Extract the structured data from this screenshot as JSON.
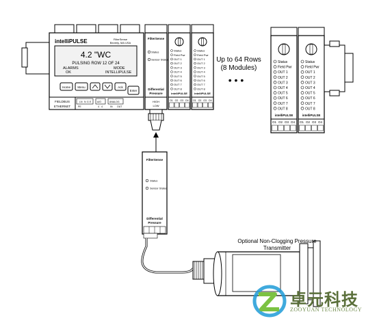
{
  "main_unit": {
    "product": "intelliPULSE",
    "brand_line1": "FilterSense",
    "brand_line2": "Beverly, MA USA",
    "display": {
      "reading": "4.2  \"WC",
      "line2": "PULSING ROW 12 OF 24",
      "alarms_label": "ALARMS",
      "alarms_value": "OK",
      "mode_label": "MODE",
      "mode_value": "INTELLIPULSE"
    },
    "keys": [
      "Home",
      "Menu",
      "",
      "",
      "Ack",
      "Enter"
    ],
    "bottom_labels": [
      "FIELDBUS",
      "ETHERNET"
    ],
    "term_labels": [
      "LN",
      "N",
      "G",
      "E",
      "PE",
      "A/O",
      "4",
      "4",
      "ANALOG",
      "IN",
      "OUT"
    ]
  },
  "sensor_module": {
    "brand": "FilterSense",
    "leds": [
      "Status",
      "Sensor Status"
    ],
    "label_line1": "Differential",
    "label_line2": "Pressure",
    "tag_line1": "HIGH",
    "tag_line2": "LOW"
  },
  "output_module": {
    "leds": [
      "Status",
      "Field Pwr",
      "OUT 1",
      "OUT 2",
      "OUT 3",
      "OUT 4",
      "OUT 5",
      "OUT 6",
      "OUT 7",
      "OUT 8"
    ],
    "label": "intelliPULSE",
    "term_labels": [
      "O1",
      "O2",
      "O3",
      "O4"
    ]
  },
  "right_module": {
    "leds": [
      "Status",
      "Field Pwr",
      "OUT 1",
      "OUT 2",
      "OUT 3",
      "OUT 4",
      "OUT 5",
      "OUT 6",
      "OUT 7",
      "OUT 8"
    ],
    "label": "intelliPULSE",
    "term_labels": [
      "O1",
      "O2",
      "O3",
      "O4"
    ]
  },
  "rows_note": {
    "line1": "Up to 64 Rows",
    "line2": "(8 Modules)"
  },
  "ellipsis": "•  •  •",
  "remote_sensor": {
    "brand": "FilterSense",
    "leds": [
      "Status",
      "Sensor Status"
    ],
    "label_line1": "Differential",
    "label_line2": "Pressure"
  },
  "transmitter_caption": {
    "line1": "Optional Non-Clogging Pressure",
    "line2": "Transmitter"
  },
  "watermark": {
    "cn": "卓元科技",
    "en": "ZOOYUAN TECHNOLOGY",
    "colors": [
      "#1f9bd7",
      "#7cc242"
    ]
  }
}
